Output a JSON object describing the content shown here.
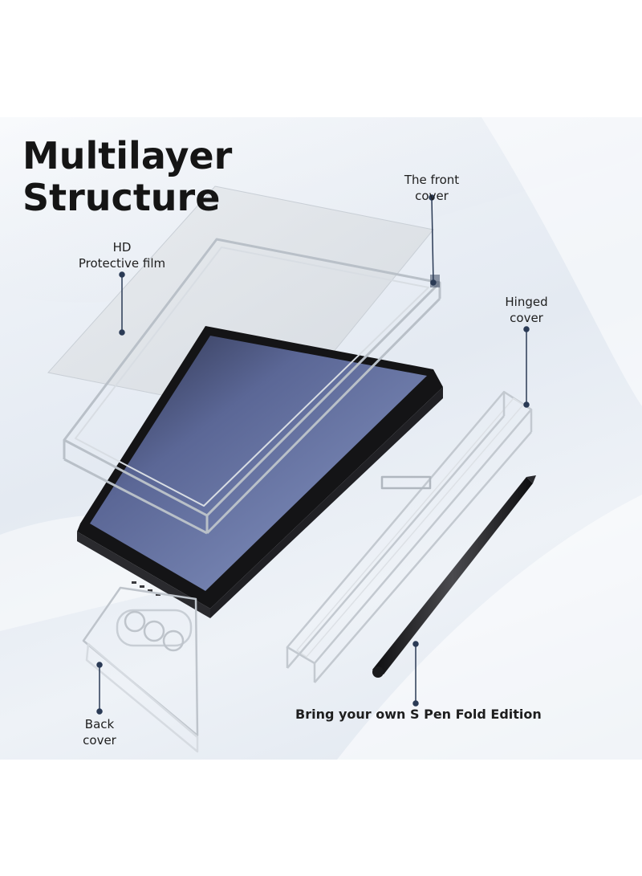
{
  "title": {
    "line1": "Multilayer",
    "line2": "Structure"
  },
  "labels": {
    "hd_film": {
      "line1": "HD",
      "line2": "Protective film"
    },
    "front_cover": {
      "line1": "The front",
      "line2": "cover"
    },
    "hinged_cover": {
      "line1": "Hinged",
      "line2": "cover"
    },
    "back_cover": {
      "line1": "Back",
      "line2": "cover"
    },
    "s_pen": "Bring your own S Pen Fold Edition"
  },
  "colors": {
    "background": "#e8edf4",
    "text": "#151515",
    "callout": "#2a3a55",
    "phone_body": "#1a1a1c",
    "screen": "#5a6a9a",
    "pen": "#1c1c1e"
  }
}
